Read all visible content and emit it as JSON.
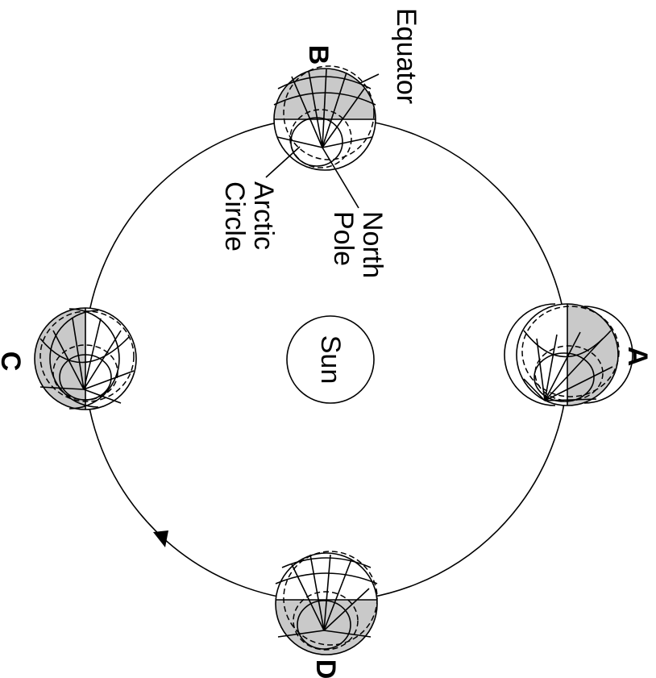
{
  "center_label": "Sun",
  "positions": [
    {
      "id": "A",
      "label": "A"
    },
    {
      "id": "B",
      "label": "B"
    },
    {
      "id": "C",
      "label": "C"
    },
    {
      "id": "D",
      "label": "D"
    }
  ],
  "callouts": {
    "equator": "Equator",
    "north_pole": [
      "North",
      "Pole"
    ],
    "arctic_circle": [
      "Arctic",
      "Circle"
    ]
  },
  "colors": {
    "ink": "#000000",
    "night_shade": "#c9c9c9",
    "background": "#ffffff"
  }
}
